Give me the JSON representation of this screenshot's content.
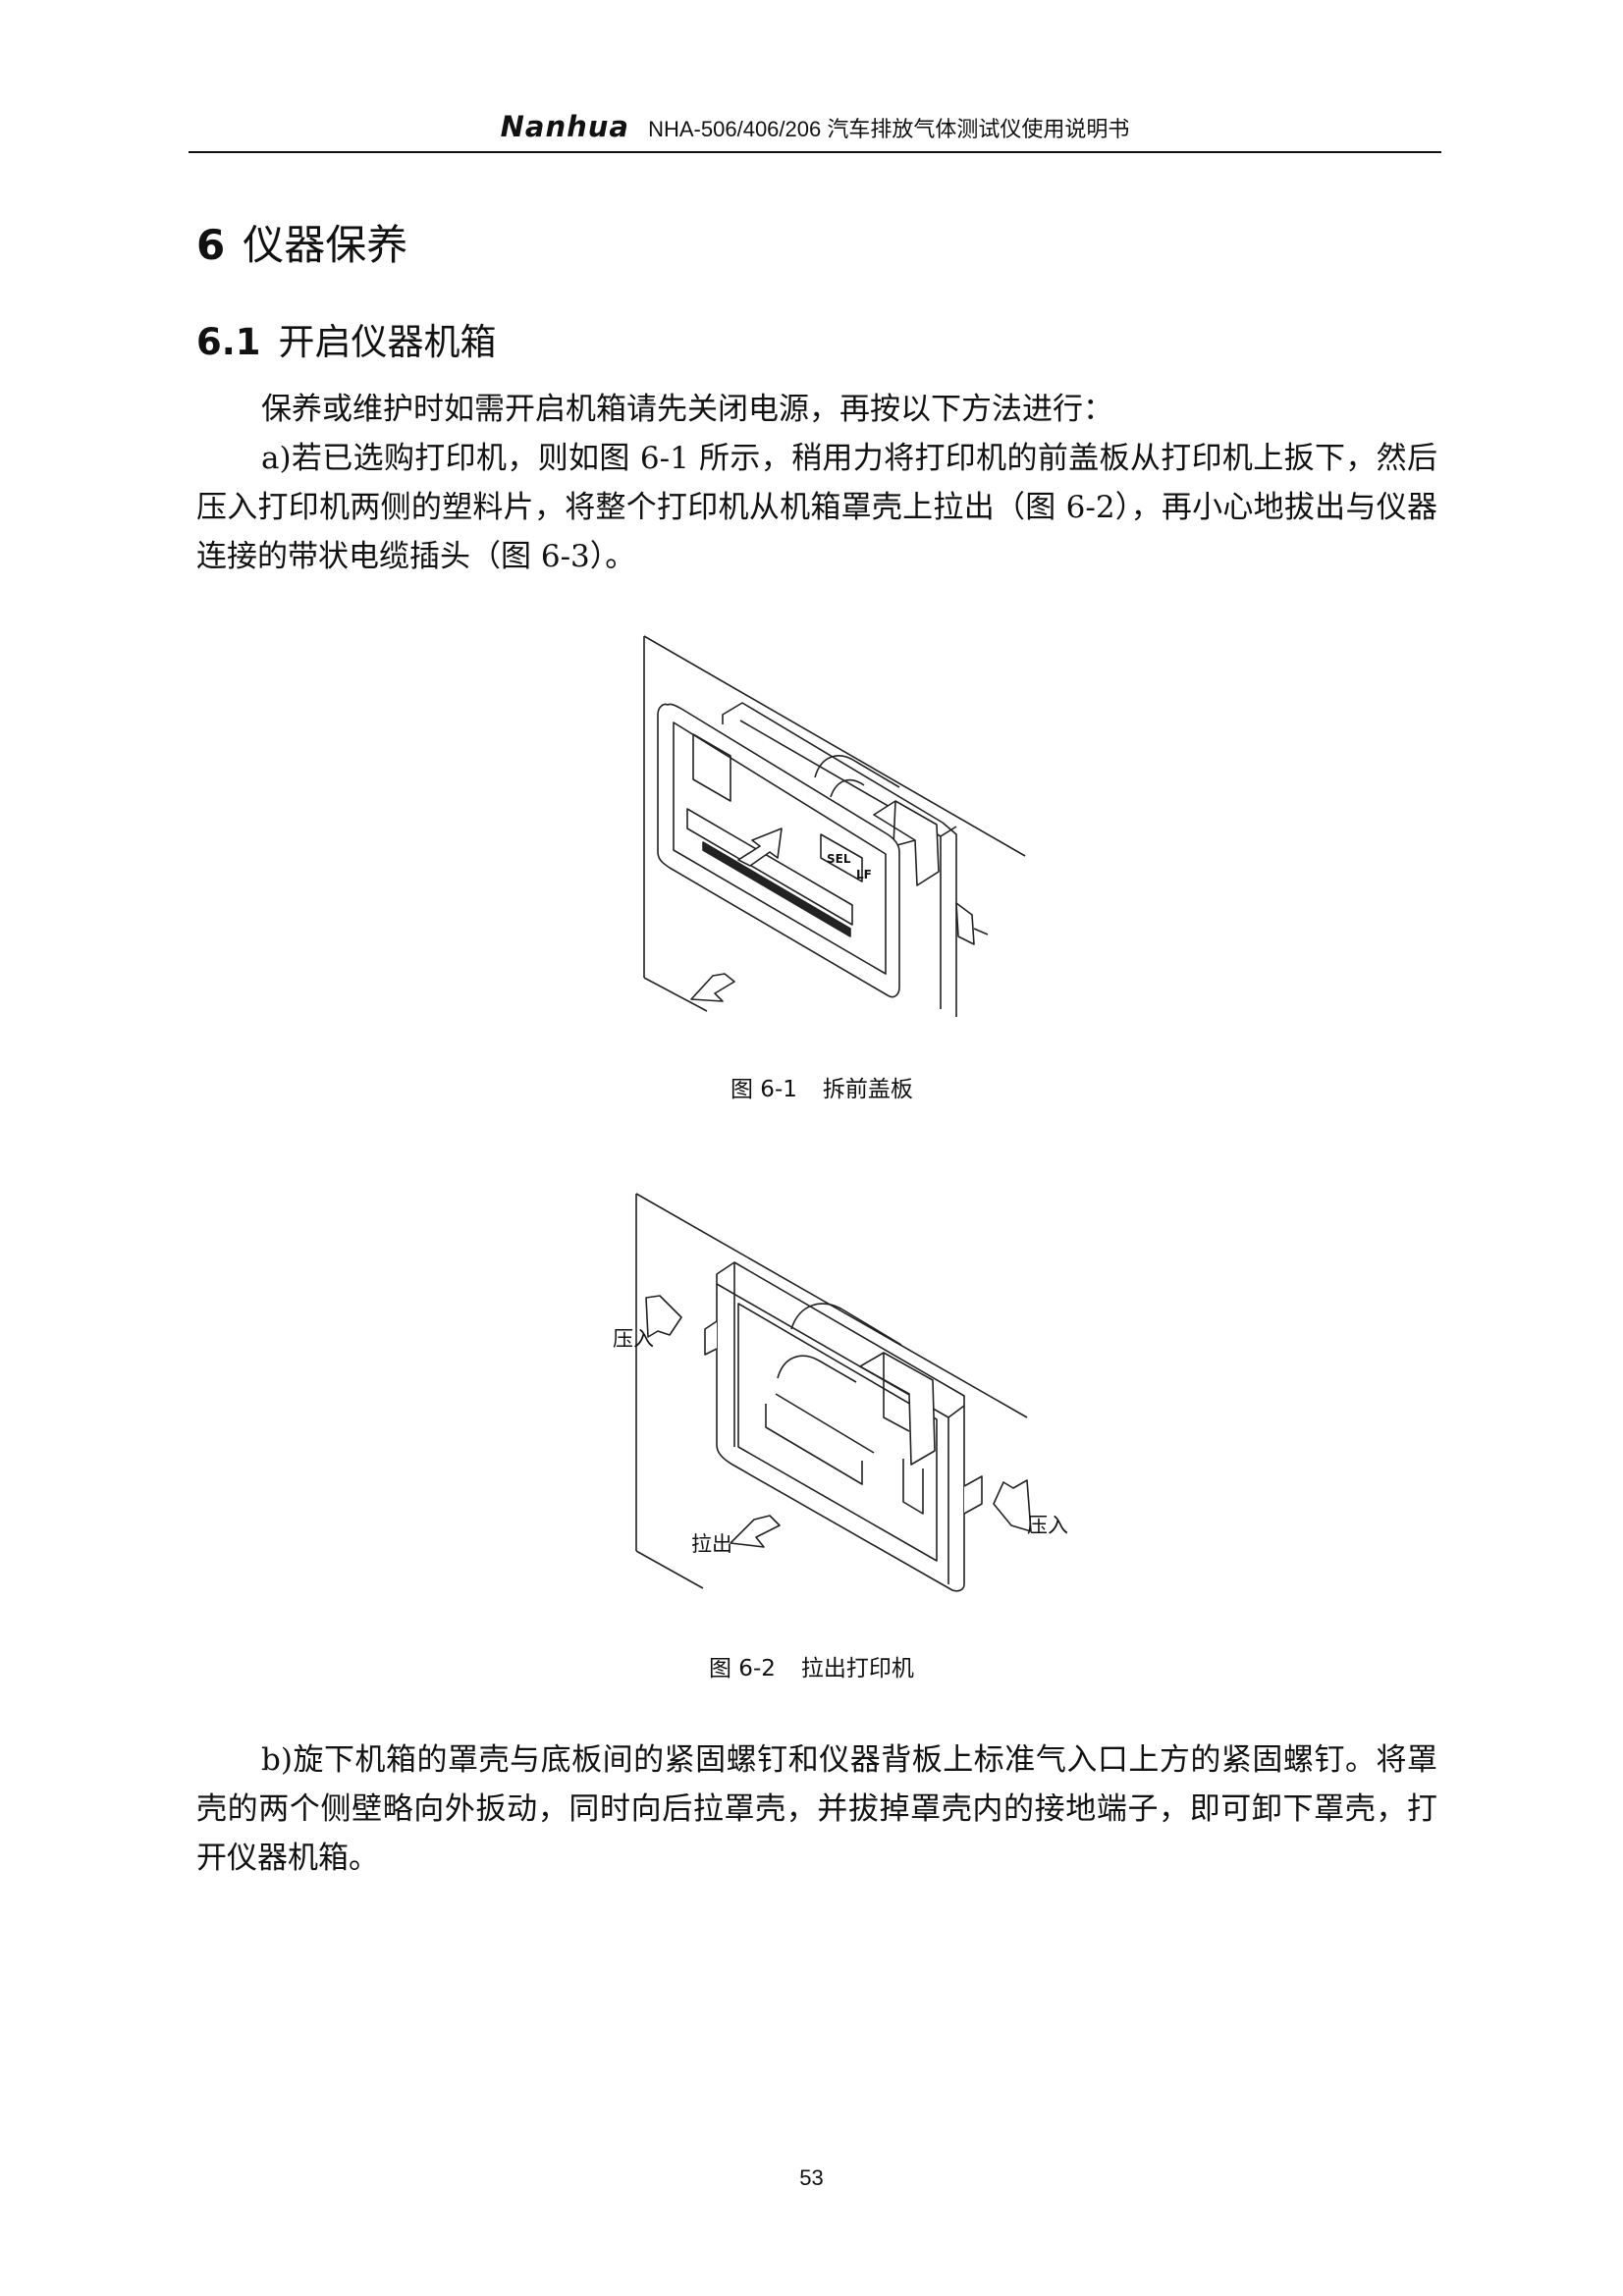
{
  "header": {
    "logo": "Nanhua",
    "title": "NHA-506/406/206 汽车排放气体测试仪使用说明书"
  },
  "section": {
    "number": "6",
    "title": "仪器保养"
  },
  "subsection": {
    "number": "6.1",
    "title": "开启仪器机箱"
  },
  "paragraphs": {
    "intro": "保养或维护时如需开启机箱请先关闭电源，再按以下方法进行：",
    "step_a": "a)若已选购打印机，则如图 6-1 所示，稍用力将打印机的前盖板从打印机上扳下，然后压入打印机两侧的塑料片，将整个打印机从机箱罩壳上拉出（图 6-2），再小心地拔出与仪器连接的带状电缆插头（图 6-3）。",
    "step_b": "b)旋下机箱的罩壳与底板间的紧固螺钉和仪器背板上标准气入口上方的紧固螺钉。将罩壳的两个侧壁略向外扳动，同时向后拉罩壳，并拔掉罩壳内的接地端子，即可卸下罩壳，打开仪器机箱。"
  },
  "figure_1": {
    "number": "图 6-1",
    "caption": "拆前盖板",
    "panel_labels": [
      "SEL",
      "LF"
    ]
  },
  "figure_2": {
    "number": "图 6-2",
    "caption": "拉出打印机",
    "label_press_left": "压入",
    "label_pull": "拉出",
    "label_press_right": "压入"
  },
  "page_number": "53"
}
